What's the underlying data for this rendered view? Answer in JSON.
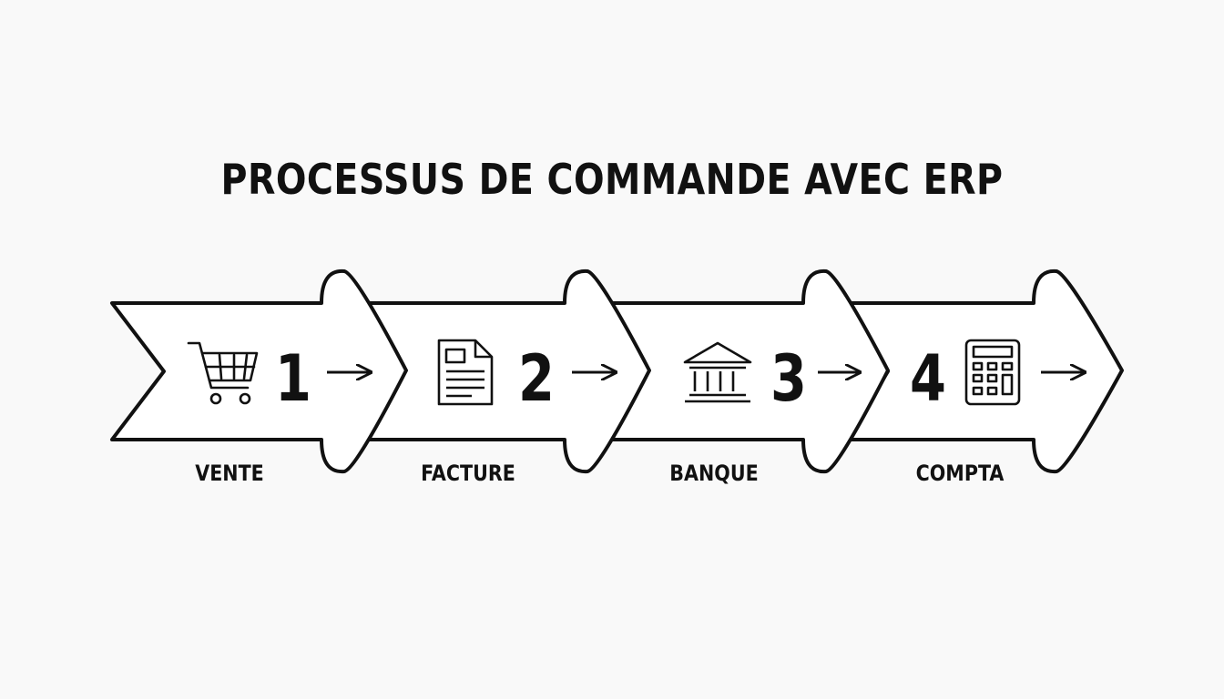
{
  "title": "PROCESSUS DE COMMANDE AVEC ERP",
  "steps": [
    {
      "number": "1",
      "label": "VENTE",
      "icon": "shopping-cart-icon"
    },
    {
      "number": "2",
      "label": "FACTURE",
      "icon": "invoice-document-icon"
    },
    {
      "number": "3",
      "label": "BANQUE",
      "icon": "bank-building-icon"
    },
    {
      "number": "4",
      "label": "COMPTA",
      "icon": "calculator-icon"
    }
  ],
  "colors": {
    "background": "#f9f9f9",
    "stroke": "#111111",
    "fill": "#ffffff"
  }
}
